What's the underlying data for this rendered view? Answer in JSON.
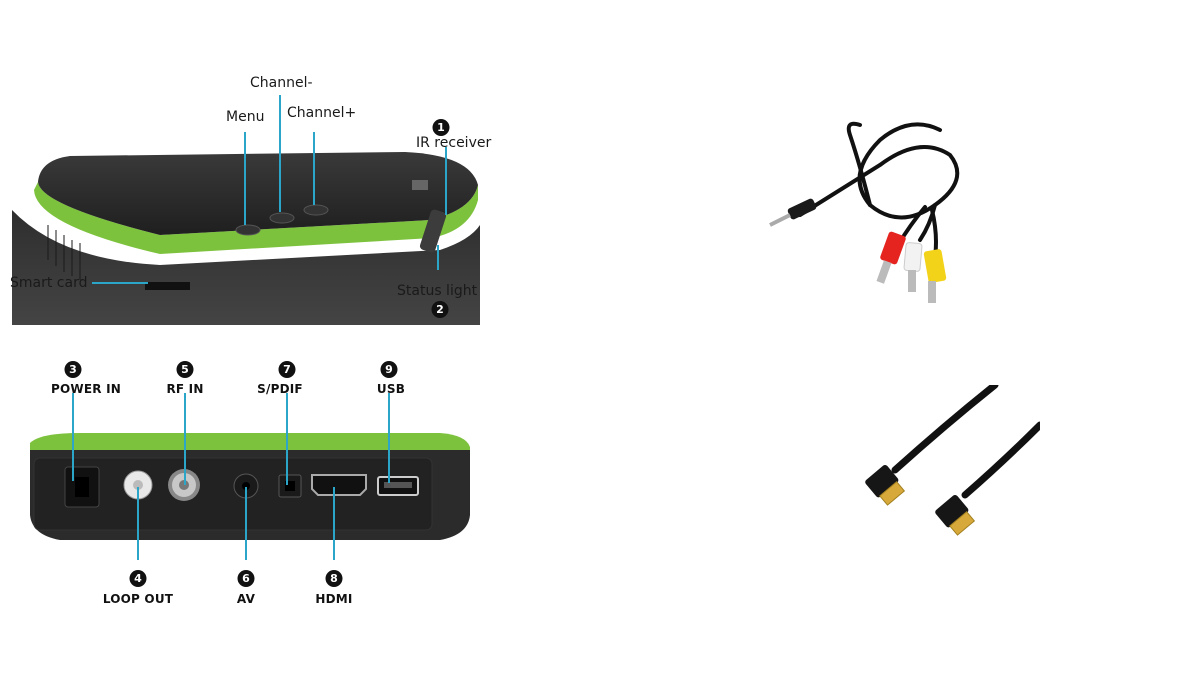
{
  "top_view": {
    "labels": {
      "menu": "Menu",
      "channel_minus": "Channel-",
      "channel_plus": "Channel+",
      "ir_receiver": "IR receiver",
      "smart_card": "Smart card",
      "status_light": "Status light"
    },
    "badges": {
      "ir_receiver": "1",
      "status_light": "2"
    }
  },
  "rear_view": {
    "ports": [
      {
        "num": "3",
        "label": "POWER IN"
      },
      {
        "num": "4",
        "label": "LOOP OUT"
      },
      {
        "num": "5",
        "label": "RF IN"
      },
      {
        "num": "6",
        "label": "AV"
      },
      {
        "num": "7",
        "label": "S/PDIF"
      },
      {
        "num": "8",
        "label": "HDMI"
      },
      {
        "num": "9",
        "label": "USB"
      }
    ]
  },
  "colors": {
    "accent_green": "#7dc23d",
    "callout_blue": "#2ba6c9",
    "body_dark": "#2b2b2b"
  }
}
